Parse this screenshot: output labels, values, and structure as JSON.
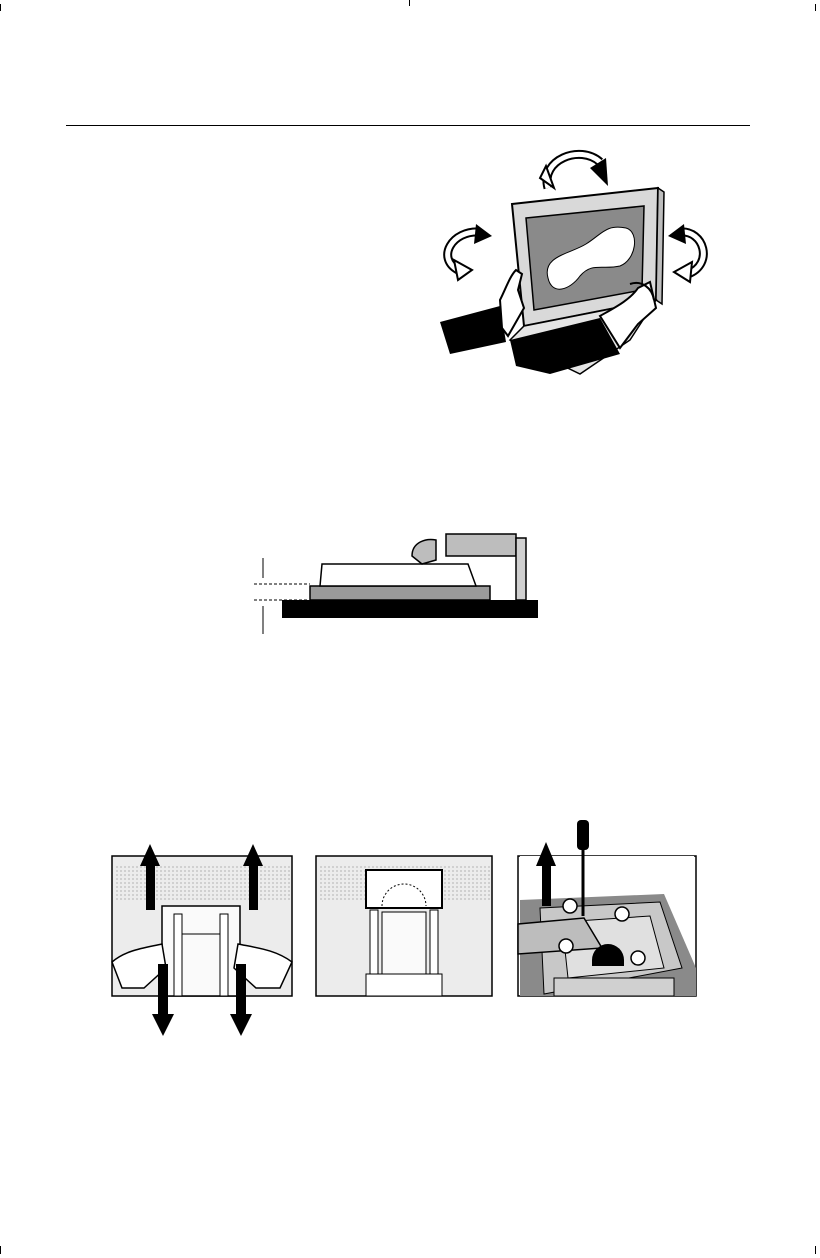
{
  "page": {
    "background": "#ffffff",
    "ink": "#000000",
    "screen_gray": "#8a8a8a",
    "stand_gray": "#bdbdbd",
    "panel_bg": "#e9e9e9"
  },
  "figures": [
    {
      "name": "tilt-swivel-illustration",
      "icons": [
        "rotate-cw-arrow-icon",
        "rotate-left-arrow-icon",
        "rotate-right-arrow-icon",
        "hands-icon",
        "monitor-icon"
      ]
    },
    {
      "name": "monitor-face-down-side-view",
      "icons": [
        "height-dimension-icon"
      ]
    },
    {
      "name": "stand-removal-steps",
      "icons": [
        "arrow-up-icon",
        "arrow-down-icon",
        "screwdriver-icon",
        "screw-marker-icon"
      ]
    }
  ]
}
